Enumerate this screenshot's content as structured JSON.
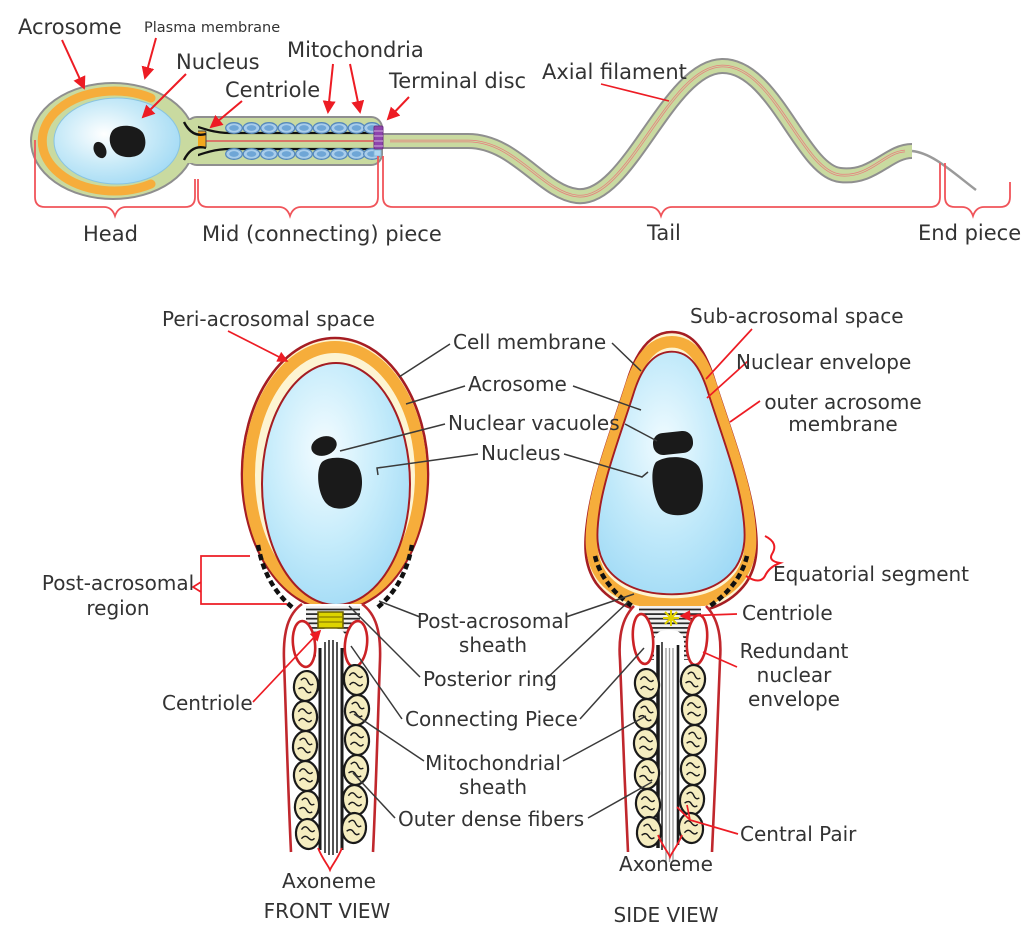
{
  "figure": {
    "subject": "Sperm cell anatomy diagram"
  },
  "colors": {
    "text": "#333333",
    "pointer_red": "#ed1c24",
    "bracket_red": "#f0545a",
    "view_title_red": "#a32629",
    "outline_dark_red": "#a51d23",
    "membrane_green": "#c9daa0",
    "acrosome_orange": "#f6ad3b",
    "cream": "#fdf4d2",
    "nucleus_blue": "#8fd2f3",
    "mitochondria_blue": "#a9cdea",
    "terminal_disc_purple": "#8e44ad",
    "centriole_yellow": "#ded400",
    "mitochondria_cream": "#f5edc0",
    "connector_black": "#3a3a3a",
    "tail_filament_red": "#e87c7c"
  },
  "top_diagram": {
    "labels": {
      "acrosome": "Acrosome",
      "plasma_membrane": "Plasma membrane",
      "nucleus": "Nucleus",
      "centriole": "Centriole",
      "mitochondria": "Mitochondria",
      "terminal_disc": "Terminal disc",
      "axial_filament": "Axial filament"
    },
    "regions": {
      "head": "Head",
      "mid_piece": "Mid (connecting) piece",
      "tail": "Tail",
      "end_piece": "End piece"
    }
  },
  "detail_views": {
    "front": {
      "title": "FRONT VIEW",
      "peri_acrosomal_space": "Peri-acrosomal space",
      "post_acrosomal_region": [
        "Post-acrosomal",
        "region"
      ],
      "centriole": "Centriole",
      "axoneme": "Axoneme"
    },
    "side": {
      "title": "SIDE VIEW",
      "sub_acrosomal_space": "Sub-acrosomal space",
      "nuclear_envelope": "Nuclear envelope",
      "outer_acrosome_membrane": [
        "outer acrosome",
        "membrane"
      ],
      "equatorial_segment": "Equatorial segment",
      "centriole": "Centriole",
      "redundant_nuclear_envelope": [
        "Redundant",
        "nuclear",
        "envelope"
      ],
      "central_pair": "Central Pair",
      "axoneme": "Axoneme"
    },
    "shared": {
      "cell_membrane": "Cell membrane",
      "acrosome": "Acrosome",
      "nuclear_vacuoles": "Nuclear vacuoles",
      "nucleus": "Nucleus",
      "post_acrosomal_sheath": [
        "Post-acrosomal",
        "sheath"
      ],
      "posterior_ring": "Posterior ring",
      "connecting_piece": "Connecting Piece",
      "mitochondrial_sheath": [
        "Mitochondrial",
        "sheath"
      ],
      "outer_dense_fibers": "Outer dense fibers"
    }
  }
}
